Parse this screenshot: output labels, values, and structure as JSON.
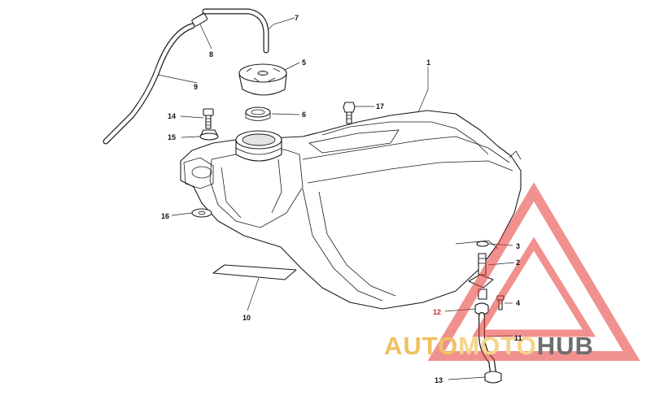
{
  "callouts": [
    {
      "id": "1",
      "label": "1",
      "highlight": false
    },
    {
      "id": "2",
      "label": "2",
      "highlight": false
    },
    {
      "id": "3",
      "label": "3",
      "highlight": false
    },
    {
      "id": "4",
      "label": "4",
      "highlight": false
    },
    {
      "id": "5",
      "label": "5",
      "highlight": false
    },
    {
      "id": "6",
      "label": "6",
      "highlight": false
    },
    {
      "id": "7",
      "label": "7",
      "highlight": false
    },
    {
      "id": "8",
      "label": "8",
      "highlight": false
    },
    {
      "id": "9",
      "label": "9",
      "highlight": false
    },
    {
      "id": "10",
      "label": "10",
      "highlight": false
    },
    {
      "id": "11",
      "label": "11",
      "highlight": false
    },
    {
      "id": "12",
      "label": "12",
      "highlight": true
    },
    {
      "id": "13",
      "label": "13",
      "highlight": false
    },
    {
      "id": "14",
      "label": "14",
      "highlight": false
    },
    {
      "id": "15",
      "label": "15",
      "highlight": false
    },
    {
      "id": "16",
      "label": "16",
      "highlight": false
    },
    {
      "id": "17",
      "label": "17",
      "highlight": false
    }
  ],
  "watermark": {
    "part1": "AUTO",
    "part2": "MOTO",
    "part3": "HUB",
    "color_auto": "#f0c060",
    "color_moto": "#f6d488",
    "color_hub": "#6e6e6e",
    "logo_color": "#e53935"
  },
  "colors": {
    "line": "#1a1a1a",
    "highlight": "#c62828"
  }
}
